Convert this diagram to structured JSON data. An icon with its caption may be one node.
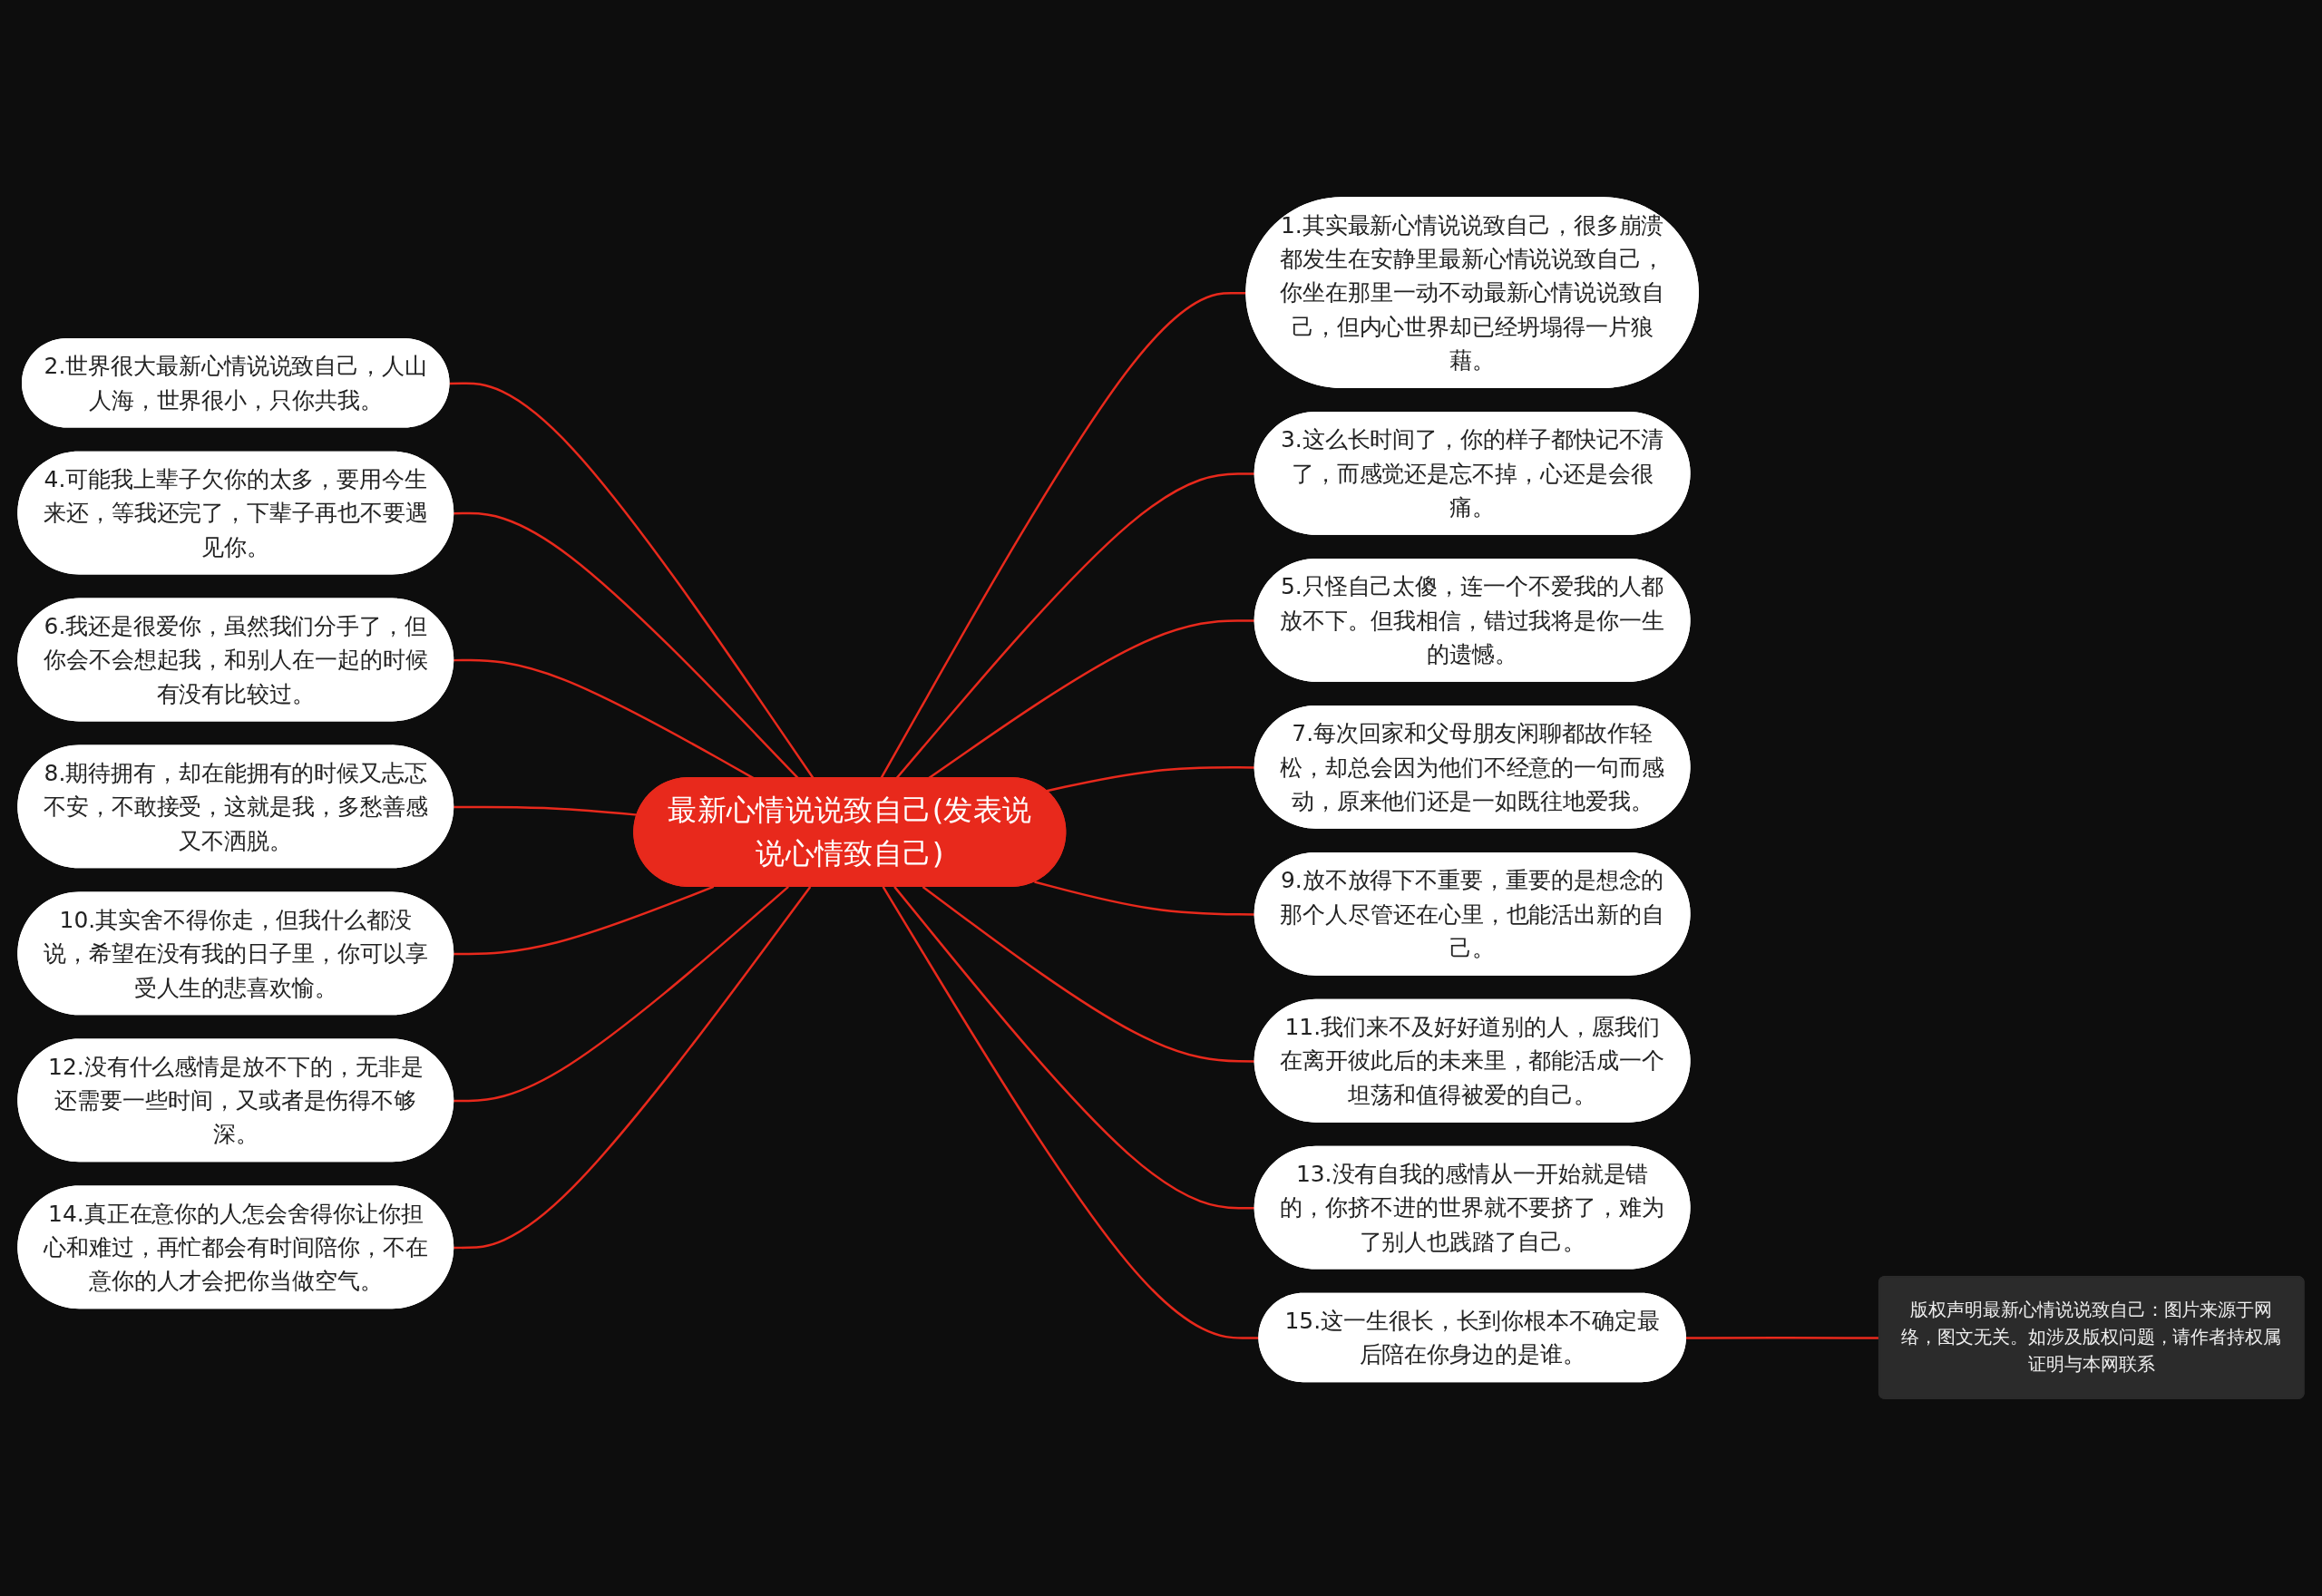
{
  "diagram": {
    "nodes": [
      {
        "text": [
          "最新心情说说致自己(发表说说心情致自己)"
        ]
      },
      {
        "text": [
          "1.其实最新心情说说致自己，很多崩溃都发生在安静里最新心情说说致自己，你坐在那里一动不动最新心情说说致自己，但内心世界却已经坍塌得一片狼藉。"
        ]
      },
      {
        "text": [
          "2.世界很大最新心情说说致自己，人山人海，世界很小，只你共我。"
        ]
      },
      {
        "text": [
          "3.这么长时间了，你的样子都快记不清了，而感觉还是忘不掉，心还是会很痛。"
        ]
      },
      {
        "text": [
          "4.可能我上辈子欠你的太多，要用今生来还，等我还完了，下辈子再也不要遇见你。"
        ]
      },
      {
        "text": [
          "5.只怪自己太傻，连一个不爱我的人都放不下。但我相信，错过我将是你一生的遗憾。"
        ]
      },
      {
        "text": [
          "6.我还是很爱你，虽然我们分手了，但你会不会想起我，和别人在一起的时候有没有比较过。"
        ]
      },
      {
        "text": [
          "7.每次回家和父母朋友闲聊都故作轻松，却总会因为他们不经意的一句而感动，原来他们还是一如既往地爱我。"
        ]
      },
      {
        "text": [
          "8.期待拥有，却在能拥有的时候又忐忑不安，不敢接受，这就是我，多愁善感又不洒脱。"
        ]
      },
      {
        "text": [
          "9.放不放得下不重要，重要的是想念的那个人尽管还在心里，也能活出新的自己。"
        ]
      },
      {
        "text": [
          "10.其实舍不得你走，但我什么都没说，希望在没有我的日子里，你可以享受人生的悲喜欢愉。"
        ]
      },
      {
        "text": [
          "11.我们来不及好好道别的人，愿我们在离开彼此后的未来里，都能活成一个坦荡和值得被爱的自己。"
        ]
      },
      {
        "text": [
          "12.没有什么感情是放不下的，无非是还需要一些时间，又或者是伤得不够深。"
        ]
      },
      {
        "text": [
          "13.没有自我的感情从一开始就是错的，你挤不进的世界就不要挤了，难为了别人也践踏了自己。"
        ]
      },
      {
        "text": [
          "14.真正在意你的人怎会舍得你让你担心和难过，再忙都会有时间陪你，不在意你的人才会把你当做空气。"
        ]
      },
      {
        "text": [
          "15.这一生很长，长到你根本不确定最后陪在你身边的是谁。"
        ]
      },
      {
        "text": [
          "版权声明最新心情说说致自己：图片来源于网络，图文无关。如涉及版权问题，请作者持权属证明与本网联系"
        ]
      }
    ],
    "edges": [
      {
        "from": 0,
        "to": 1,
        "arrow": "none"
      },
      {
        "from": 0,
        "to": 2,
        "arrow": "none"
      },
      {
        "from": 0,
        "to": 3,
        "arrow": "none"
      },
      {
        "from": 0,
        "to": 4,
        "arrow": "none"
      },
      {
        "from": 0,
        "to": 5,
        "arrow": "none"
      },
      {
        "from": 0,
        "to": 6,
        "arrow": "none"
      },
      {
        "from": 0,
        "to": 7,
        "arrow": "none"
      },
      {
        "from": 0,
        "to": 8,
        "arrow": "none"
      },
      {
        "from": 0,
        "to": 9,
        "arrow": "none"
      },
      {
        "from": 0,
        "to": 10,
        "arrow": "none"
      },
      {
        "from": 0,
        "to": 11,
        "arrow": "none"
      },
      {
        "from": 0,
        "to": 12,
        "arrow": "none"
      },
      {
        "from": 0,
        "to": 13,
        "arrow": "none"
      },
      {
        "from": 0,
        "to": 14,
        "arrow": "none"
      },
      {
        "from": 0,
        "to": 15,
        "arrow": "none"
      },
      {
        "from": 15,
        "to": 16,
        "arrow": "none"
      }
    ]
  }
}
